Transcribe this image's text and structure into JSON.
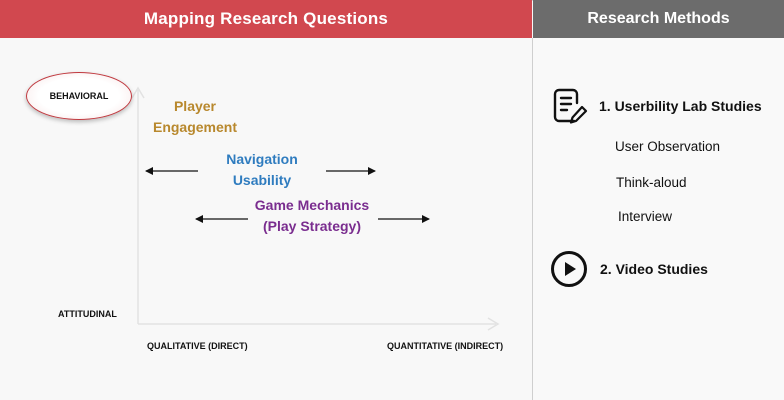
{
  "header": {
    "left_title": "Mapping Research Questions",
    "right_title": "Research Methods"
  },
  "diagram": {
    "y_axis_top_label": "BEHAVIORAL",
    "y_axis_bottom_label": "ATTITUDINAL",
    "x_axis_left_label": "QUALITATIVE (DIRECT)",
    "x_axis_right_label": "QUANTITATIVE (INDIRECT)",
    "concepts": [
      {
        "line1": "Player",
        "line2": "Engagement",
        "color": "#b8882d"
      },
      {
        "line1": "Navigation",
        "line2": "Usability",
        "color": "#2f7cbf"
      },
      {
        "line1": "Game Mechanics",
        "line2": "(Play Strategy)",
        "color": "#7a2d8f"
      }
    ],
    "highlight_color": "#c0393f"
  },
  "methods": {
    "items": [
      {
        "title": "1. Userbility Lab Studies",
        "icon": "document-edit-icon",
        "subitems": [
          "User Observation",
          "Think-aloud",
          "Interview"
        ]
      },
      {
        "title": "2. Video Studies",
        "icon": "play-icon",
        "subitems": []
      }
    ]
  },
  "colors": {
    "left_header_bg": "#d1484f",
    "right_header_bg": "#6c6c6c"
  }
}
